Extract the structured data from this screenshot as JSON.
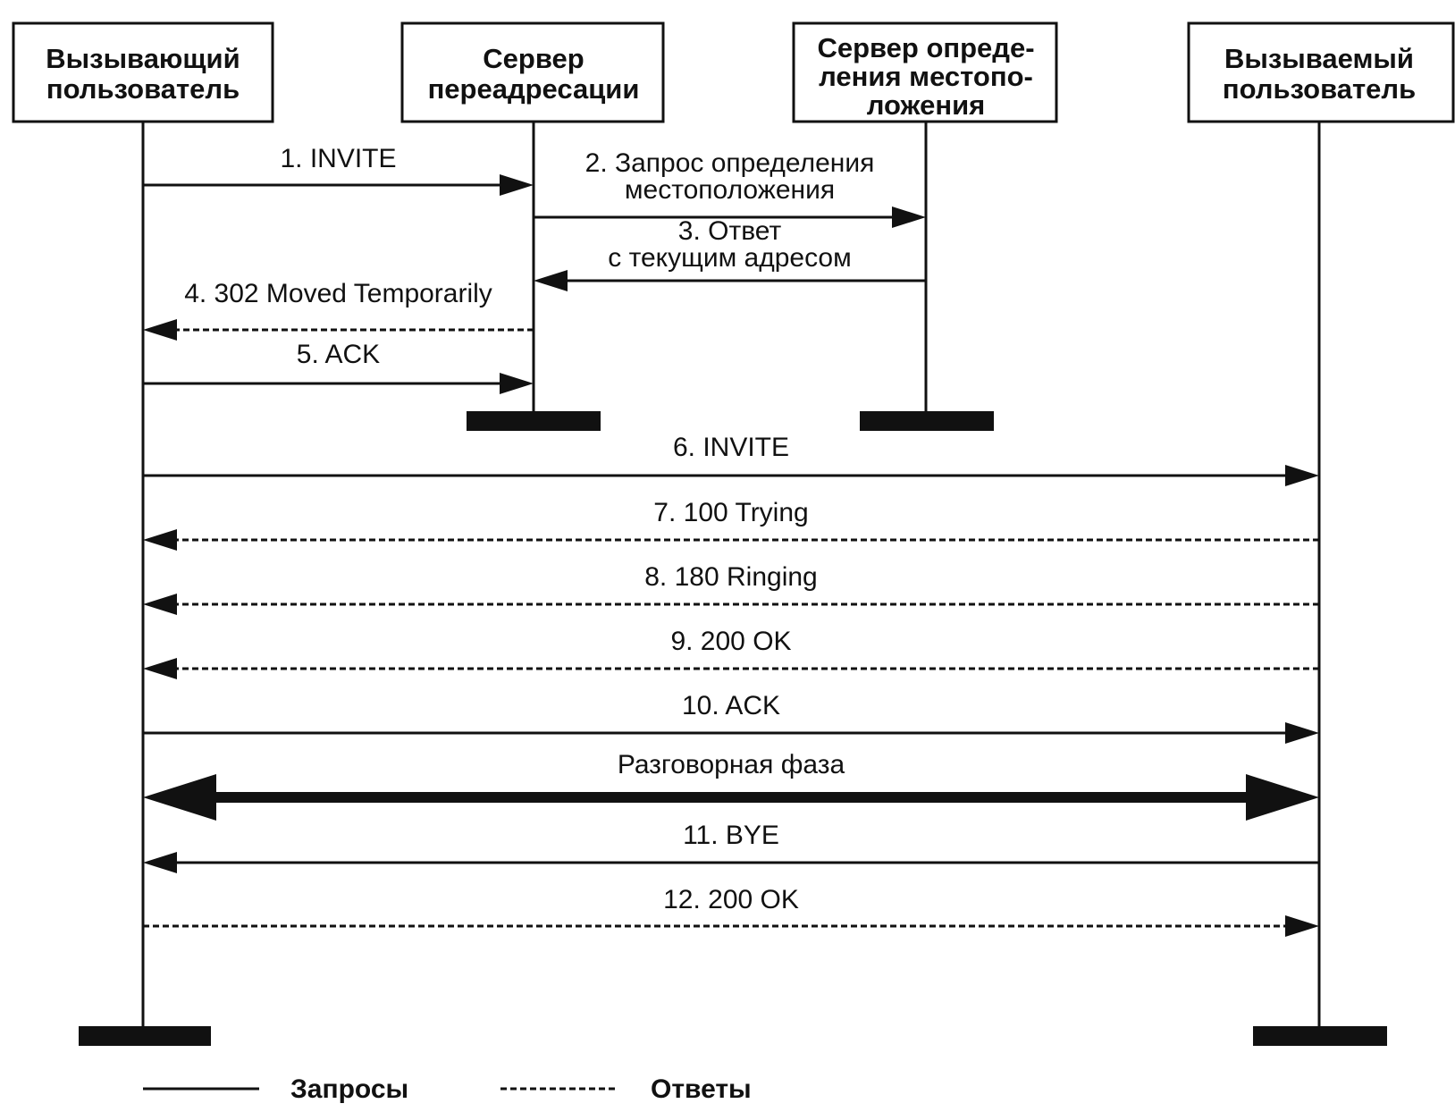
{
  "participants": [
    {
      "key": "caller",
      "lines": [
        "Вызывающий",
        "пользователь"
      ]
    },
    {
      "key": "redirect",
      "lines": [
        "Сервер",
        "переадресации"
      ]
    },
    {
      "key": "location",
      "lines": [
        "Сервер опреде-",
        "ления местопо-",
        "ложения"
      ]
    },
    {
      "key": "callee",
      "lines": [
        "Вызываемый",
        "пользователь"
      ]
    }
  ],
  "messages": [
    {
      "from": "caller",
      "to": "redirect",
      "kind": "request",
      "lines": [
        "1. INVITE"
      ]
    },
    {
      "from": "redirect",
      "to": "location",
      "kind": "request",
      "lines": [
        "2. Запрос определения",
        "местоположения"
      ]
    },
    {
      "from": "location",
      "to": "redirect",
      "kind": "request",
      "lines": [
        "3. Ответ",
        "с текущим адресом"
      ]
    },
    {
      "from": "redirect",
      "to": "caller",
      "kind": "response",
      "lines": [
        "4. 302 Moved Temporarily"
      ]
    },
    {
      "from": "caller",
      "to": "redirect",
      "kind": "request",
      "lines": [
        "5. ACK"
      ]
    },
    {
      "from": "caller",
      "to": "callee",
      "kind": "request",
      "lines": [
        "6. INVITE"
      ]
    },
    {
      "from": "callee",
      "to": "caller",
      "kind": "response",
      "lines": [
        "7. 100 Trying"
      ]
    },
    {
      "from": "callee",
      "to": "caller",
      "kind": "response",
      "lines": [
        "8. 180 Ringing"
      ]
    },
    {
      "from": "callee",
      "to": "caller",
      "kind": "response",
      "lines": [
        "9. 200 OK"
      ]
    },
    {
      "from": "caller",
      "to": "callee",
      "kind": "request",
      "lines": [
        "10. ACK"
      ]
    },
    {
      "from": "caller",
      "to": "callee",
      "kind": "media",
      "lines": [
        "Разговорная фаза"
      ]
    },
    {
      "from": "callee",
      "to": "caller",
      "kind": "request",
      "lines": [
        "11. BYE"
      ]
    },
    {
      "from": "caller",
      "to": "callee",
      "kind": "response",
      "lines": [
        "12. 200 OK"
      ]
    }
  ],
  "legend": {
    "requests": "Запросы",
    "responses": "Ответы"
  },
  "colors": {
    "ink": "#111111",
    "background": "#ffffff"
  }
}
